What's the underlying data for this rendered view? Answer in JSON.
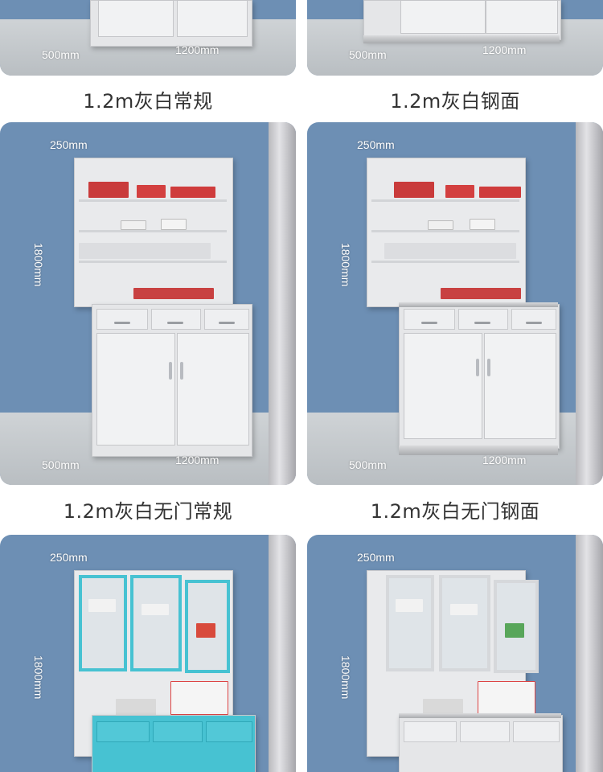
{
  "products": [
    {
      "caption": "1.2m灰白常规",
      "depth_label": "500mm",
      "width_label": "1200mm"
    },
    {
      "caption": "1.2m灰白钢面",
      "depth_label": "500mm",
      "width_label": "1200mm"
    },
    {
      "caption": "1.2m灰白无门常规",
      "top_depth_label": "250mm",
      "height_label": "1800mm",
      "depth_label": "500mm",
      "width_label": "1200mm"
    },
    {
      "caption": "1.2m灰白无门钢面",
      "top_depth_label": "250mm",
      "height_label": "1800mm",
      "depth_label": "500mm",
      "width_label": "1200mm"
    },
    {
      "top_depth_label": "250mm",
      "height_label": "1800mm"
    },
    {
      "top_depth_label": "250mm",
      "height_label": "1800mm"
    }
  ],
  "colors": {
    "wall": "#6d8fb4",
    "cabinet": "#e5e6e8",
    "teal": "#47c2d2",
    "floor": "#c5c9cc"
  }
}
